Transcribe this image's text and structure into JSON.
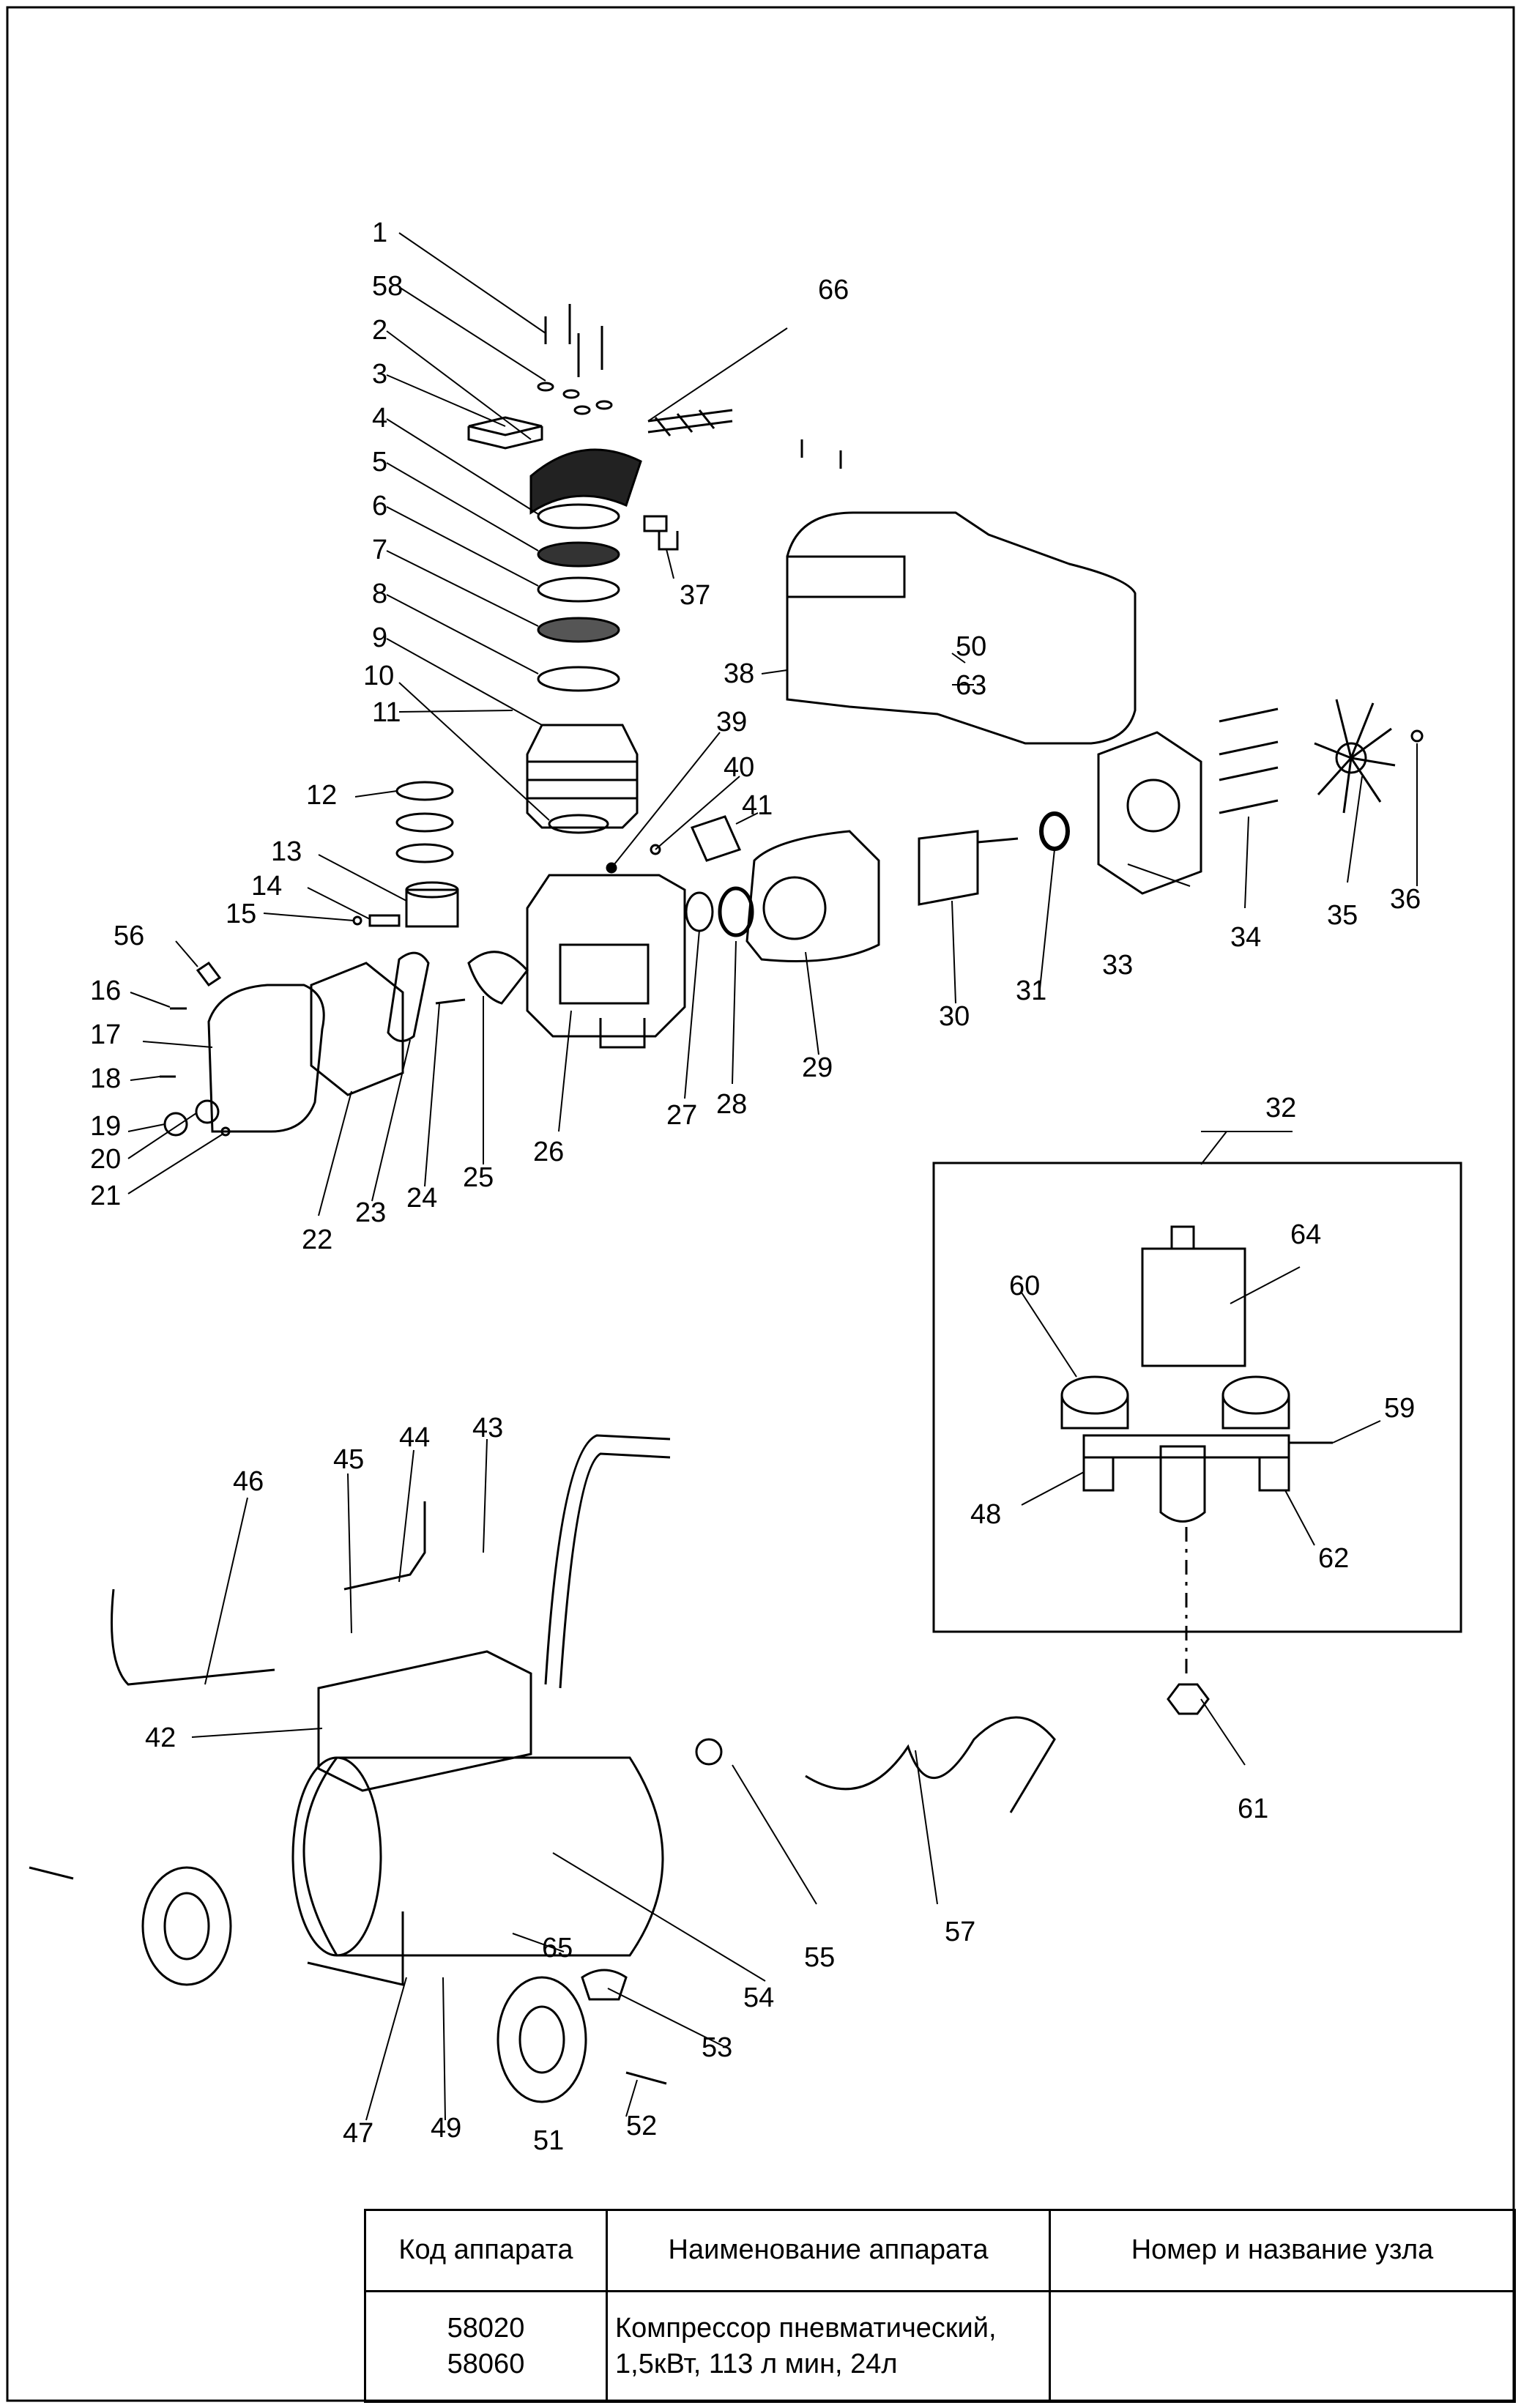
{
  "callouts": [
    "1",
    "2",
    "3",
    "4",
    "5",
    "6",
    "7",
    "8",
    "9",
    "10",
    "11",
    "12",
    "13",
    "14",
    "15",
    "16",
    "17",
    "18",
    "19",
    "20",
    "21",
    "22",
    "23",
    "24",
    "25",
    "26",
    "27",
    "28",
    "29",
    "30",
    "31",
    "32",
    "33",
    "34",
    "35",
    "36",
    "37",
    "38",
    "39",
    "40",
    "41",
    "42",
    "43",
    "44",
    "45",
    "46",
    "47",
    "48",
    "49",
    "50",
    "51",
    "52",
    "53",
    "54",
    "55",
    "56",
    "57",
    "58",
    "59",
    "60",
    "61",
    "62",
    "63",
    "64",
    "65",
    "66"
  ],
  "table": {
    "headers": {
      "code": "Код аппарата",
      "name": "Наименование аппарата",
      "unit": "Номер и название узла"
    },
    "row": {
      "code": "58020\n58060",
      "name": "Компрессор пневматический,\n1,5кВт, 113 л мин, 24л",
      "unit": ""
    }
  }
}
